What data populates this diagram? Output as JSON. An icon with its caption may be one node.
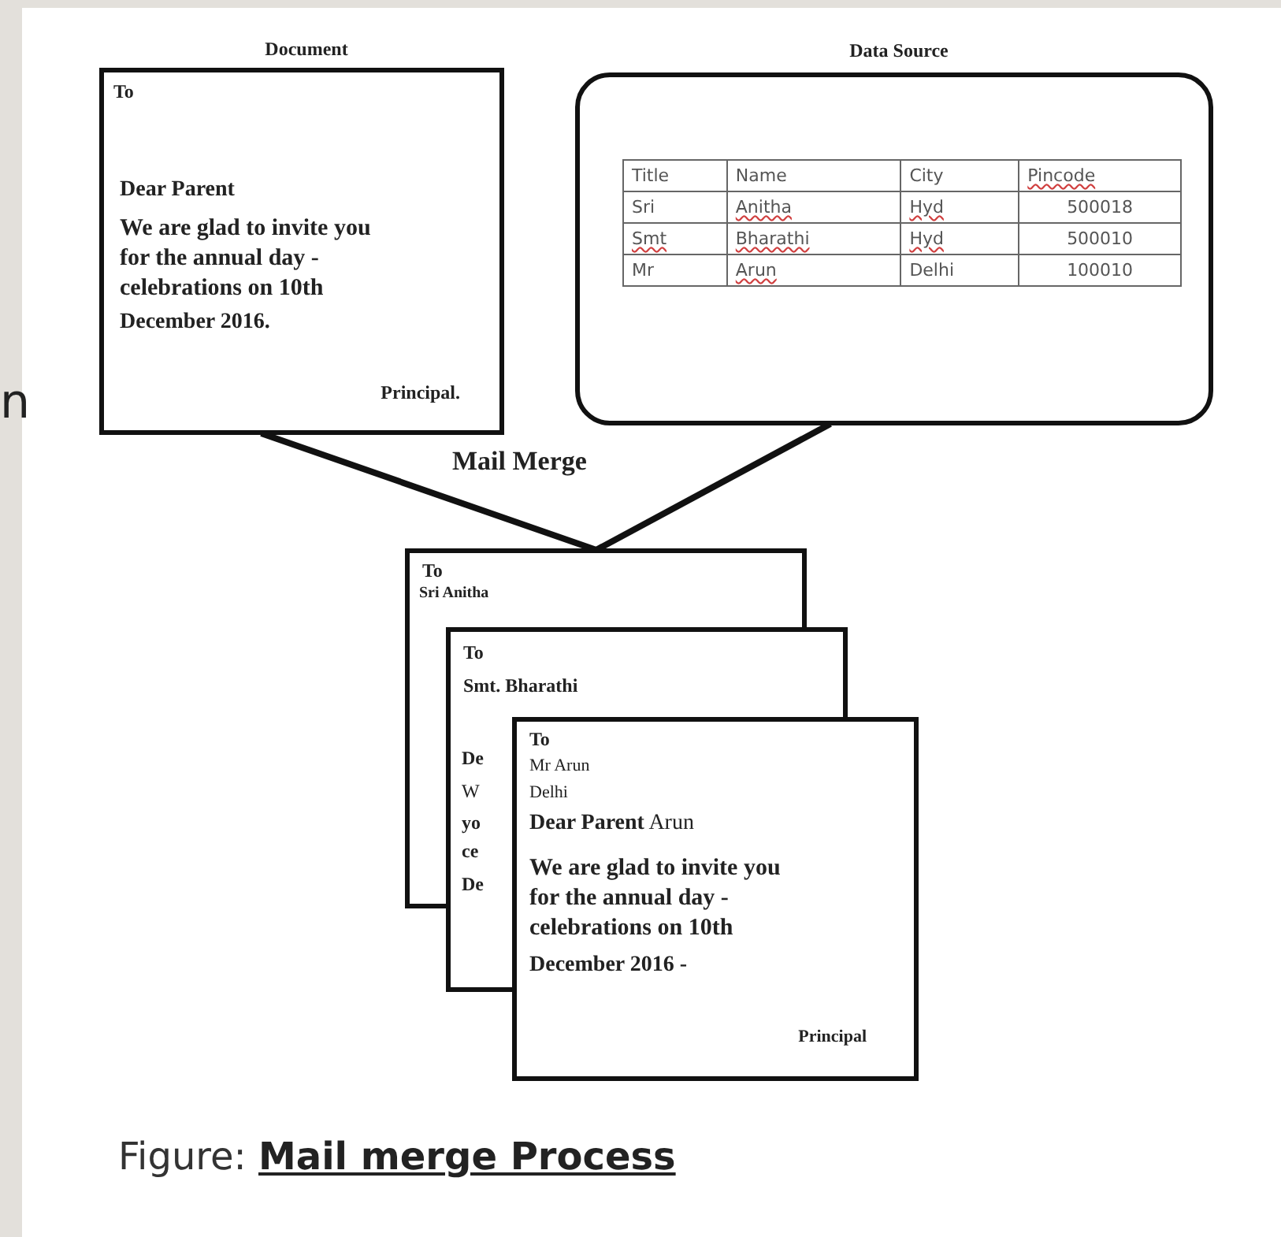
{
  "diagram": {
    "caption": "Figure: **Mail merge Process**",
    "nodes": [
      {
        "text": [
          "Document",
          "To",
          "Dear Parent",
          "We are glad to invite you for the annual day - celebrations on 10th",
          "December 2016.",
          "Principal."
        ]
      },
      {
        "text": [
          "Data Source"
        ]
      },
      {
        "text": [
          "To",
          "Sri Anitha"
        ]
      },
      {
        "text": [
          "To",
          "Smt. Bharathi"
        ]
      },
      {
        "text": [
          "To",
          "Mr Arun",
          "Delhi",
          "**Dear Parent** Arun",
          "We are glad to invite you for the annual day - celebrations on 10th",
          "December 2016 -",
          "Principal"
        ]
      }
    ],
    "edges": [
      {
        "from": 0,
        "to": 2,
        "arrow": "none"
      },
      {
        "from": 1,
        "to": 2,
        "arrow": "none"
      }
    ],
    "labels": [
      "Title",
      "Name",
      "City",
      "Pincode",
      "Sri",
      "Anitha",
      "Hyd",
      "500018",
      "Smt",
      "Bharathi",
      "Hyd",
      "500010",
      "Mr",
      "Arun",
      "Delhi",
      "100010",
      "n",
      "Mail Merge",
      "De",
      "W",
      "yo",
      "ce",
      "De"
    ]
  }
}
